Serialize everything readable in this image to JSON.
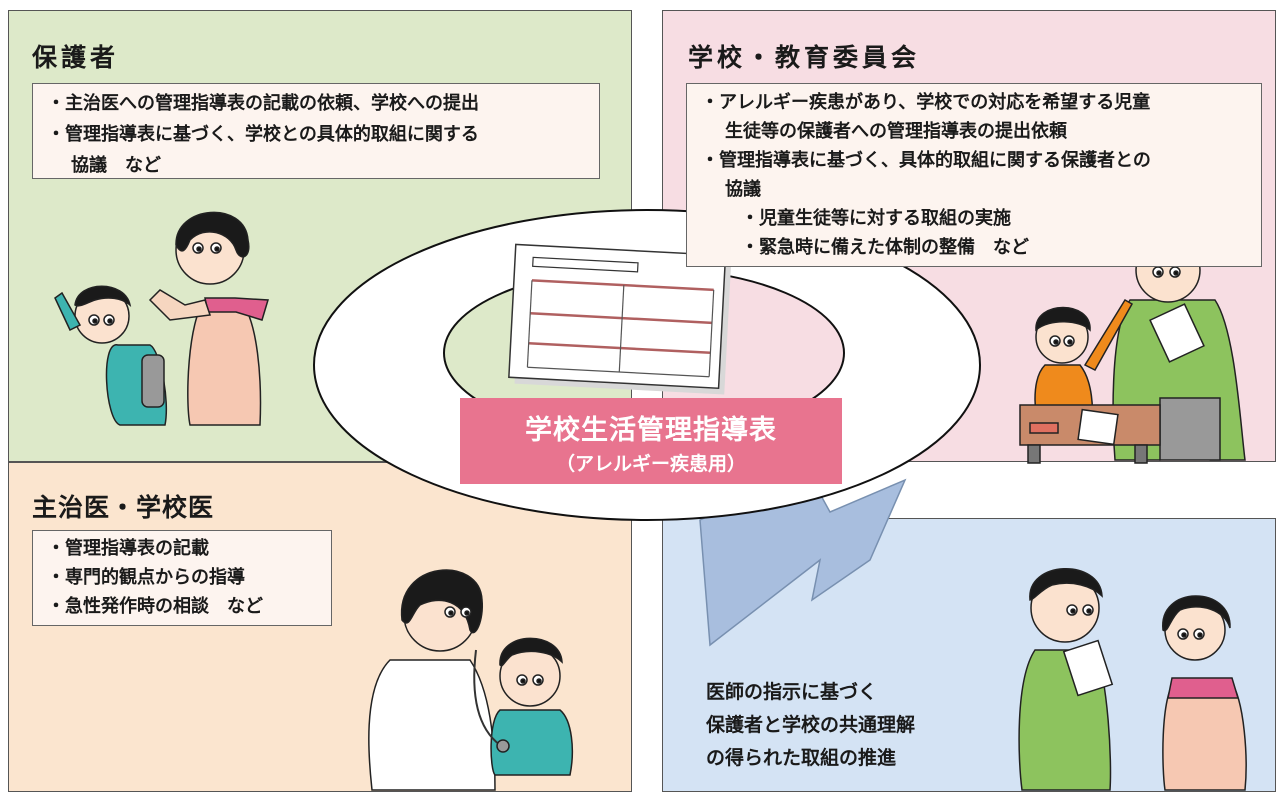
{
  "guardian": {
    "title": "保護者",
    "items": [
      "・主治医への管理指導表の記載の依頼、学校への提出",
      "・管理指導表に基づく、学校との具体的取組に関する",
      "協議　など"
    ]
  },
  "school": {
    "title": "学校・教育委員会",
    "items": [
      "・アレルギー疾患があり、学校での対応を希望する児童",
      "生徒等の保護者への管理指導表の提出依頼",
      "・管理指導表に基づく、具体的取組に関する保護者との",
      "協議",
      "・児童生徒等に対する取組の実施",
      "・緊急時に備えた体制の整備　など"
    ]
  },
  "doctor": {
    "title": "主治医・学校医",
    "items": [
      "・管理指導表の記載",
      "・専門的観点からの指導",
      "・急性発作時の相談　など"
    ]
  },
  "center": {
    "title": "学校生活管理指導表",
    "subtitle": "（アレルギー疾患用）"
  },
  "goal": {
    "lines": [
      "医師の指示に基づく",
      "保護者と学校の共通理解",
      "の得られた取組の推進"
    ]
  },
  "colors": {
    "guardian_bg": "#dde9c9",
    "school_bg": "#f7dde3",
    "doctor_bg": "#fbe5cf",
    "goal_bg": "#d4e3f4",
    "center_label": "#e8748f"
  }
}
